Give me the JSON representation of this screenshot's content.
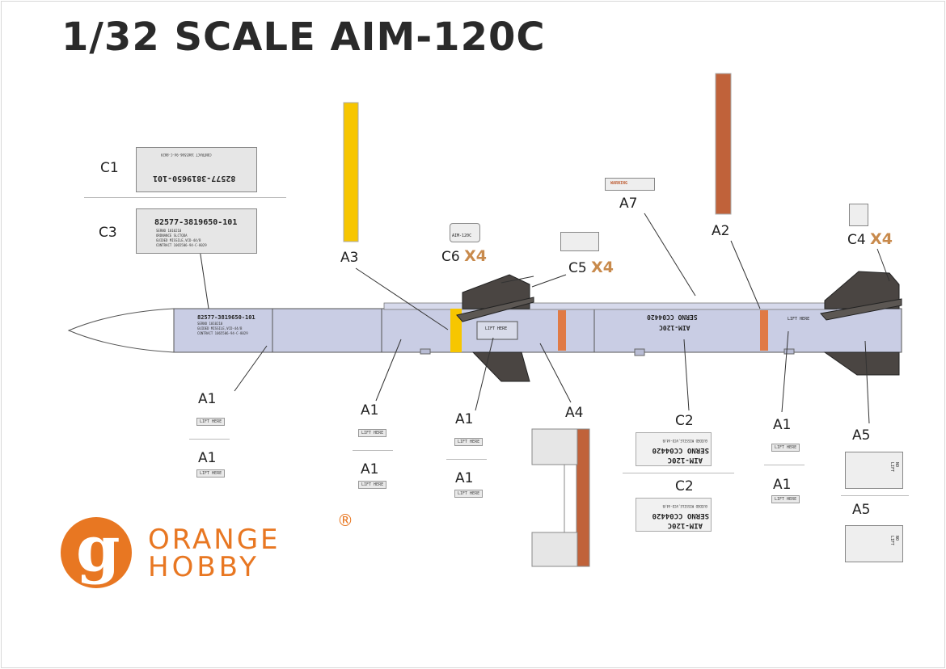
{
  "title": "1/32 SCALE AIM-120C",
  "labels": {
    "c1": "C1",
    "c3": "C3",
    "c6": "C6",
    "c5": "C5",
    "c4": "C4",
    "x4": "X4",
    "a1": "A1",
    "a2": "A2",
    "a3": "A3",
    "a4": "A4",
    "a5": "A5",
    "a7": "A7",
    "c2": "C2"
  },
  "decal": {
    "serial": "82577-3819650-101",
    "serno": "SERNO CC04420",
    "model": "AIM-120C",
    "lift_here": "LIFT HERE",
    "no_lift": "NO LIFT",
    "lift": "LIFT",
    "no": "NO",
    "warning": "WARNING",
    "fine1": "SERNO 1010210",
    "fine2": "ORDNANCE SLCTQDA",
    "fine3": "GUIDED MISSILE,VCD-44/B",
    "fine4": "CONTRACT 1065506-94-C-8029"
  },
  "logo": {
    "letter": "g",
    "line1": "ORANGE",
    "line2": "HOBBY",
    "mark": "®"
  },
  "colors": {
    "yellow": "#f7c600",
    "orange_band": "#e07a45",
    "rust": "#c0623a",
    "body": "#c9cde4",
    "fin": "#4a4542",
    "brand": "#e87722"
  }
}
